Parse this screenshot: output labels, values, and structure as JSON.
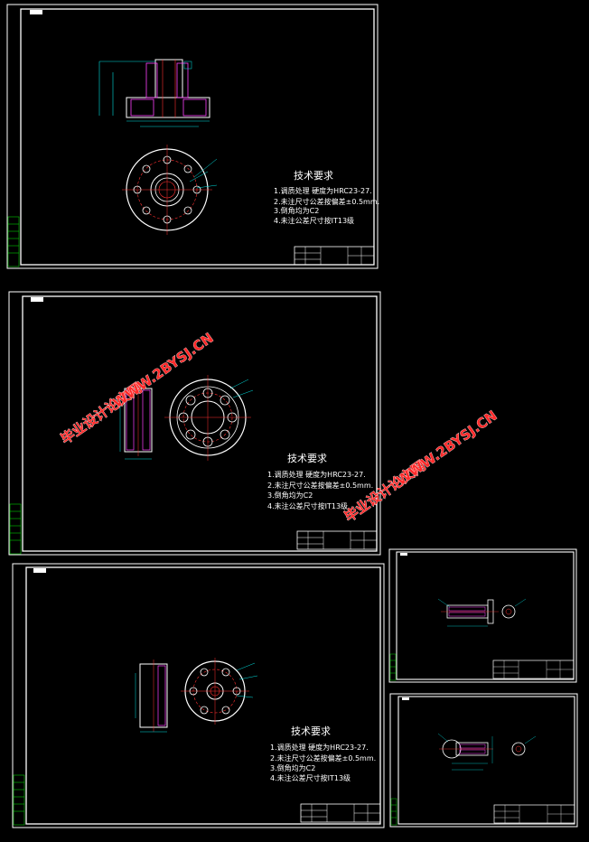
{
  "sheets": [
    {
      "id": "sheet1",
      "tech_title": "技术要求",
      "requirements": [
        "1.调质处理  硬度为HRC23-27.",
        "2.未注尺寸公差按偏差±0.5mm.",
        "3.倒角均为C2",
        "4.未注公差尺寸按IT13级"
      ]
    },
    {
      "id": "sheet2",
      "tech_title": "技术要求",
      "requirements": [
        "1.调质处理  硬度为HRC23-27.",
        "2.未注尺寸公差按偏差±0.5mm.",
        "3.倒角均为C2",
        "4.未注公差尺寸按IT13级"
      ]
    },
    {
      "id": "sheet3",
      "tech_title": "技术要求",
      "requirements": [
        "1.调质处理  硬度为HRC23-27.",
        "2.未注尺寸公差按偏差±0.5mm.",
        "3.倒角均为C2",
        "4.未注公差尺寸按IT13级"
      ]
    }
  ],
  "watermarks": [
    {
      "text": "毕业设计论文网",
      "url": "WWW.2BYSJ.CN"
    },
    {
      "text": "毕业设计论文网",
      "url": "WWW.2BYSJ.CN"
    }
  ],
  "colors": {
    "frame": "#ffffff",
    "part": "#ffffff",
    "hidden": "#ff3030",
    "dimension": "#00e0e0",
    "hatch": "#ff40ff",
    "title_block": "#ffffff",
    "legend": "#00cc00",
    "watermark": "#ff2a2a"
  }
}
